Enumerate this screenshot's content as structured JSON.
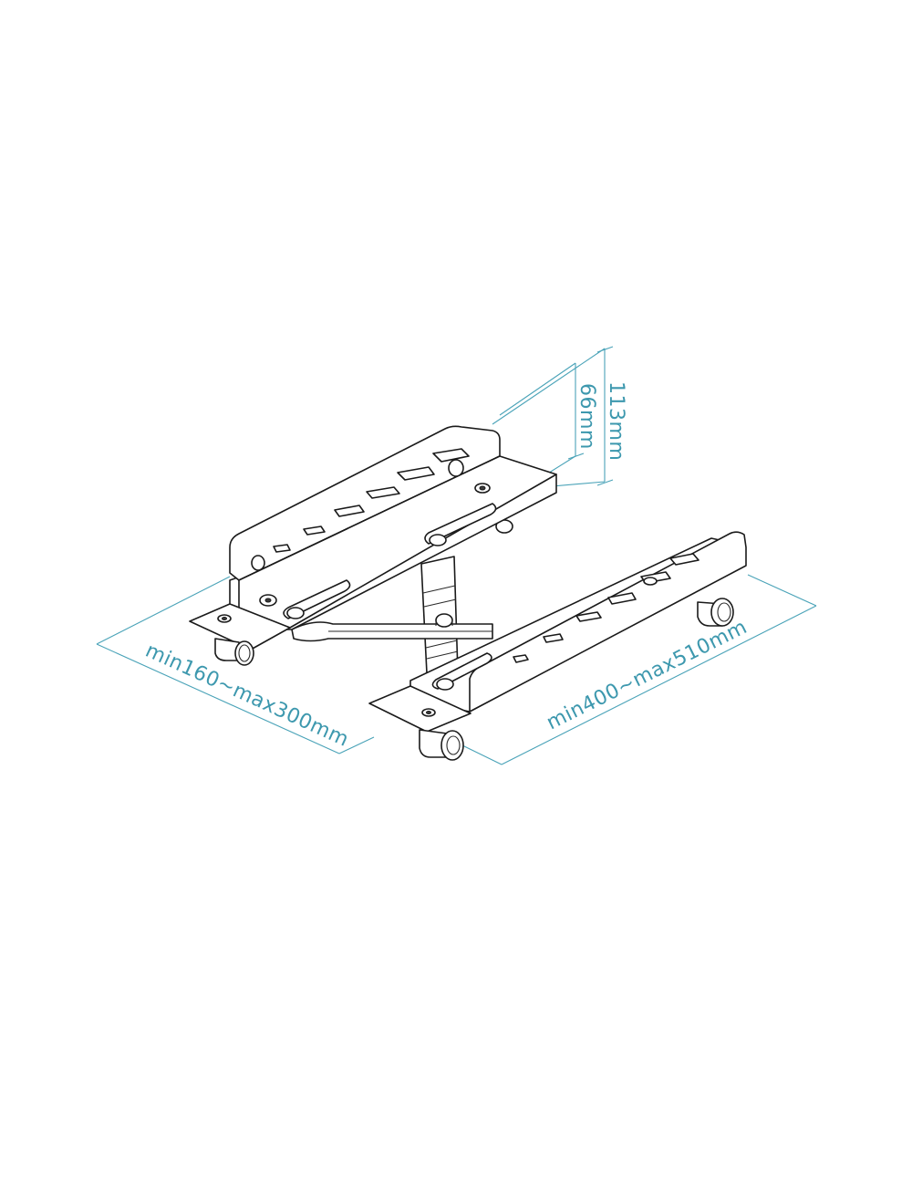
{
  "figure": {
    "subject": "Adjustable CPU stand with caster wheels",
    "style": "isometric line drawing",
    "line_color": "#1a1a1a",
    "dimension_color": "#3d98ae",
    "background": "#ffffff"
  },
  "dimensions": {
    "height_inner": "66mm",
    "height_total": "113mm",
    "width_range": "min160~max300mm",
    "length_range": "min400~max510mm"
  },
  "components": {
    "brackets": [
      "rear-bracket",
      "front-bracket"
    ],
    "casters": 4,
    "cross_brace": "telescopic X-brace with center knob"
  }
}
